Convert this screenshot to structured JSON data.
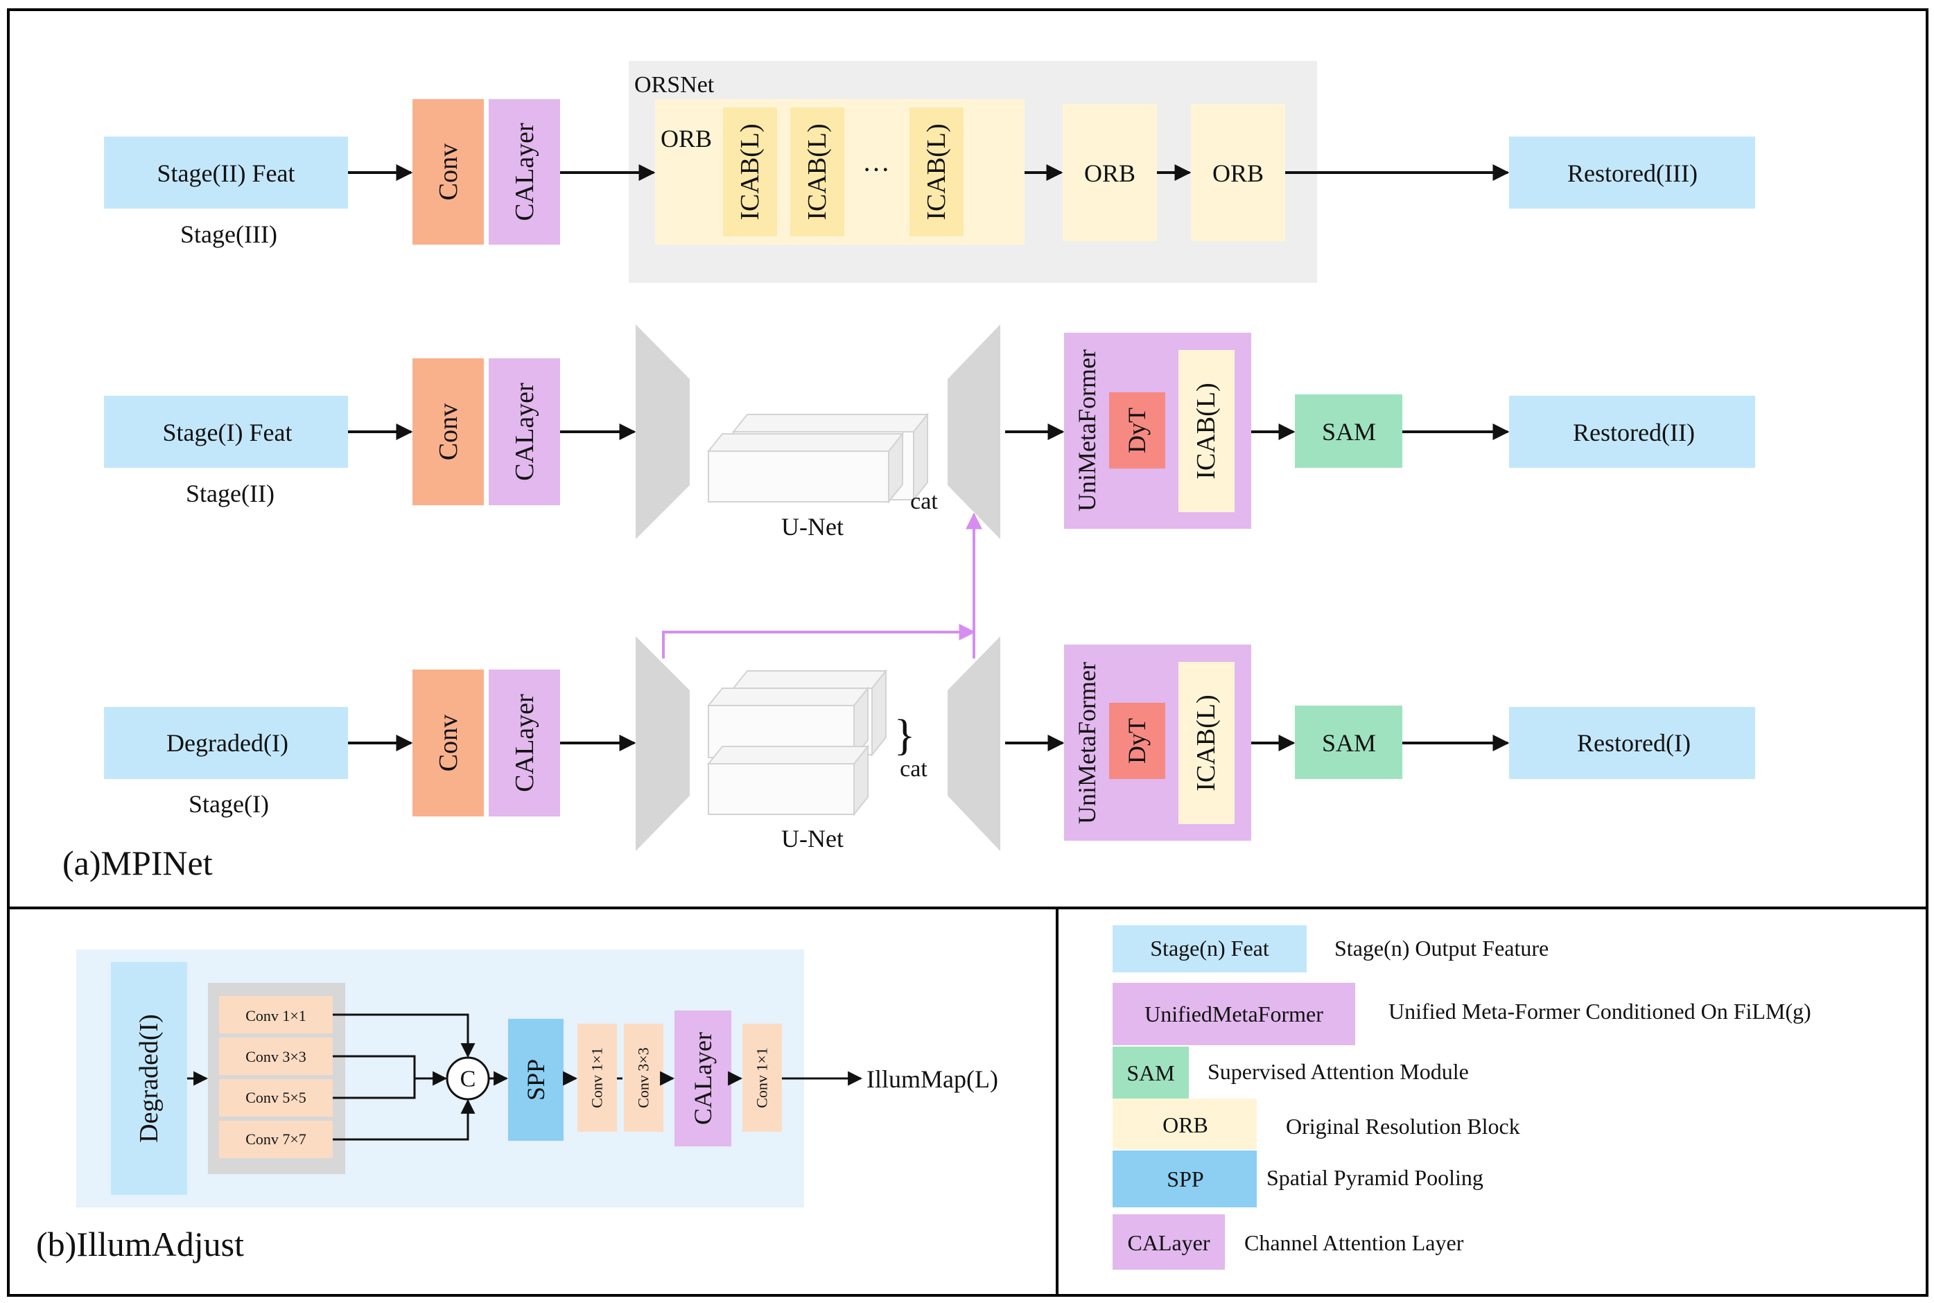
{
  "mpinet": {
    "caption": "(a)MPINet",
    "stage3": {
      "input_label": "Stage(II) Feat",
      "stage_label": "Stage(III)",
      "conv_label": "Conv",
      "calayer_label": "CALayer",
      "orsnet_label": "ORSNet",
      "orb_label": "ORB",
      "icab_labels": [
        "ICAB(L)",
        "ICAB(L)",
        "ICAB(L)"
      ],
      "ellipsis": "···",
      "orb2_label": "ORB",
      "orb3_label": "ORB",
      "output_label": "Restored(III)"
    },
    "stage2": {
      "input_label": "Stage(I) Feat",
      "stage_label": "Stage(II)",
      "conv_label": "Conv",
      "calayer_label": "CALayer",
      "unet_label": "U-Net",
      "cat_label": "cat",
      "former_label": "UniMetaFormer",
      "dyt_label": "DyT",
      "icab_label": "ICAB(L)",
      "sam_label": "SAM",
      "output_label": "Restored(II)"
    },
    "stage1": {
      "input_label": "Degraded(I)",
      "stage_label": "Stage(I)",
      "conv_label": "Conv",
      "calayer_label": "CALayer",
      "unet_label": "U-Net",
      "brace": "}",
      "cat_label": "cat",
      "former_label": "UniMetaFormer",
      "dyt_label": "DyT",
      "icab_label": "ICAB(L)",
      "sam_label": "SAM",
      "output_label": "Restored(I)"
    }
  },
  "illumadjust": {
    "caption": "(b)IllumAdjust",
    "input_label": "Degraded(I)",
    "conv_branches": [
      "Conv 1×1",
      "Conv 3×3",
      "Conv 5×5",
      "Conv 7×7"
    ],
    "concat_label": "C",
    "spp_label": "SPP",
    "conv1_label": "Conv 1×1",
    "conv2_label": "Conv 3×3",
    "calayer_label": "CALayer",
    "conv3_label": "Conv 1×1",
    "output_label": "IllumMap(L)"
  },
  "legend": [
    {
      "key": "Stage(n) Feat",
      "desc": "Stage(n) Output Feature"
    },
    {
      "key": "UnifiedMetaFormer",
      "desc": "Unified Meta-Former Conditioned On FiLM(g)"
    },
    {
      "key": "SAM",
      "desc": "Supervised Attention Module"
    },
    {
      "key": "ORB",
      "desc": "Original Resolution Block"
    },
    {
      "key": "SPP",
      "desc": "Spatial Pyramid Pooling"
    },
    {
      "key": "CALayer",
      "desc": "Channel Attention Layer"
    }
  ],
  "colors": {
    "feature_blue": "#c3e7fa",
    "conv_orange": "#f9b18c",
    "calayer_purple": "#e2b8ee",
    "orb_yellow": "#fff5d6",
    "icab_yellow": "#fde9a9",
    "sam_green": "#9fe2bf",
    "dyt_red": "#f68a82",
    "spp_blue": "#8ccff3",
    "unet_gray": "#d6d6d6",
    "skip_purple": "#d58ef0",
    "orsnet_bg": "#eeeeee",
    "illum_bg": "#e6f2fc",
    "branch_conv": "#fbdcc3",
    "branch_bg": "#d7d7d7"
  }
}
